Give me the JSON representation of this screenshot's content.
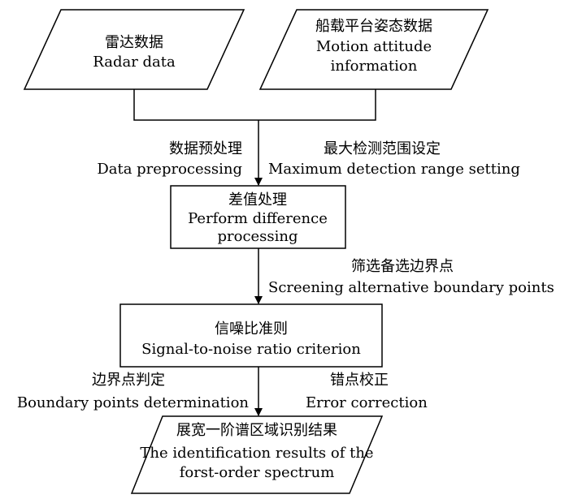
{
  "nodes": {
    "radar": {
      "cn": "雷达数据",
      "en": "Radar data"
    },
    "motion": {
      "cn": "船载平台姿态数据",
      "en_line1": "Motion attitude",
      "en_line2": "information"
    },
    "difference": {
      "cn": "差值处理",
      "en_line1": "Perform difference",
      "en_line2": "processing"
    },
    "snr": {
      "cn": "信噪比准则",
      "en": "Signal-to-noise ratio criterion"
    },
    "result": {
      "cn": "展宽一阶谱区域识别结果",
      "en_line1": "The identification results of the",
      "en_line2": "forst-order spectrum"
    }
  },
  "edges": {
    "preprocessing": {
      "cn": "数据预处理",
      "en": "Data preprocessing"
    },
    "max_range": {
      "cn": "最大检测范围设定",
      "en": "Maximum detection range setting"
    },
    "screening": {
      "cn": "筛选备选边界点",
      "en": "Screening alternative boundary points"
    },
    "boundary": {
      "cn": "边界点判定",
      "en": "Boundary points determination"
    },
    "error": {
      "cn": "错点校正",
      "en": "Error correction"
    }
  }
}
